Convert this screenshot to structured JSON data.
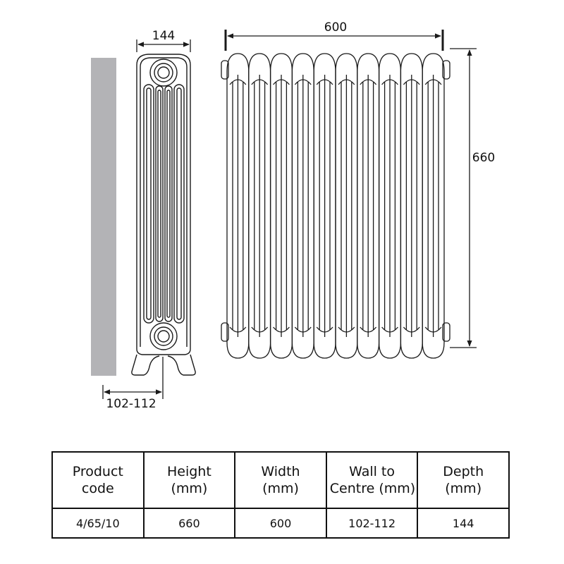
{
  "dimensions": {
    "depth_label": "144",
    "width_label": "600",
    "height_label": "660",
    "wall_to_centre_label": "102-112"
  },
  "radiator": {
    "sections": 10,
    "columns": 4
  },
  "colors": {
    "line": "#1a1a1a",
    "wall": "#b3b3b6",
    "background": "#ffffff"
  },
  "table": {
    "headers": [
      [
        "Product",
        "code"
      ],
      [
        "Height",
        "(mm)"
      ],
      [
        "Width",
        "(mm)"
      ],
      [
        "Wall to",
        "Centre (mm)"
      ],
      [
        "Depth",
        "(mm)"
      ]
    ],
    "rows": [
      [
        "4/65/10",
        "660",
        "600",
        "102-112",
        "144"
      ]
    ]
  }
}
